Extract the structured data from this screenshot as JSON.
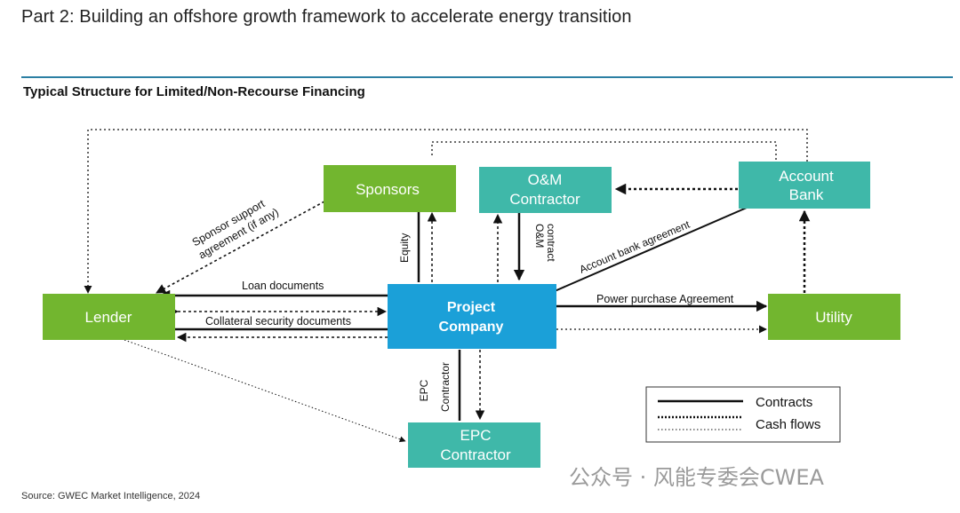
{
  "page": {
    "heading": "Part 2: Building an offshore growth framework to accelerate energy transition",
    "subtitle": "Typical Structure for Limited/Non-Recourse Financing",
    "source": "Source: GWEC Market Intelligence, 2024",
    "watermark": "公众号 · 风能专委会CWEA"
  },
  "colors": {
    "green": "#72b62f",
    "teal": "#3fb8a9",
    "blue": "#1ba0d8",
    "rule": "#2b7fa3"
  },
  "nodes": {
    "sponsors": "Sponsors",
    "om_line1": "O&M",
    "om_line2": "Contractor",
    "account_line1": "Account",
    "account_line2": "Bank",
    "lender": "Lender",
    "project_line1": "Project",
    "project_line2": "Company",
    "utility": "Utility",
    "epc_line1": "EPC",
    "epc_line2": "Contractor"
  },
  "edge_labels": {
    "sponsor_support_line1": "Sponsor support",
    "sponsor_support_line2": "agreement (if any)",
    "equity": "Equity",
    "om_contract_line1": "O&M",
    "om_contract_line2": "contract",
    "account_bank_agreement": "Account bank agreement",
    "loan_documents": "Loan documents",
    "collateral_security": "Collateral security documents",
    "power_purchase": "Power purchase Agreement",
    "epc_contractor_line1": "EPC",
    "epc_contractor_line2": "Contractor"
  },
  "legend": {
    "contracts": "Contracts",
    "cash_flows": "Cash flows"
  }
}
